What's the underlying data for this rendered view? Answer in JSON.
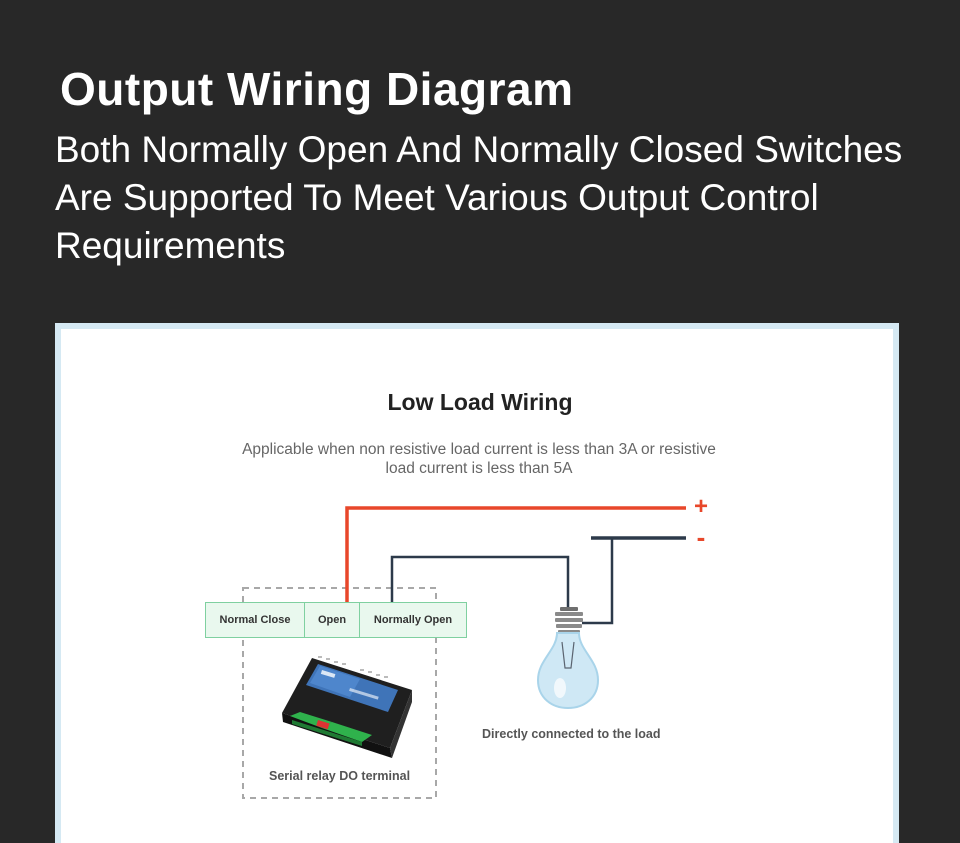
{
  "header": {
    "title": "Output Wiring Diagram",
    "subtitle": "Both Normally Open And Normally Closed Switches Are Supported To Meet Various Output Control Requirements"
  },
  "diagram": {
    "title": "Low Load Wiring",
    "description": "Applicable when non resistive load current is less than 3A or resistive load current is less than 5A",
    "terminals": [
      "Normal Close",
      "Open",
      "Normally Open"
    ],
    "plus_label": "+",
    "minus_label": "-",
    "device_caption": "Serial relay DO terminal",
    "load_caption": "Directly connected to the load",
    "colors": {
      "positive_wire": "#e8472a",
      "negative_wire": "#2d3a4a",
      "terminal_border": "#7fd0a0",
      "terminal_fill": "#e9f8ee",
      "bulb": "#a9d4ea"
    }
  }
}
